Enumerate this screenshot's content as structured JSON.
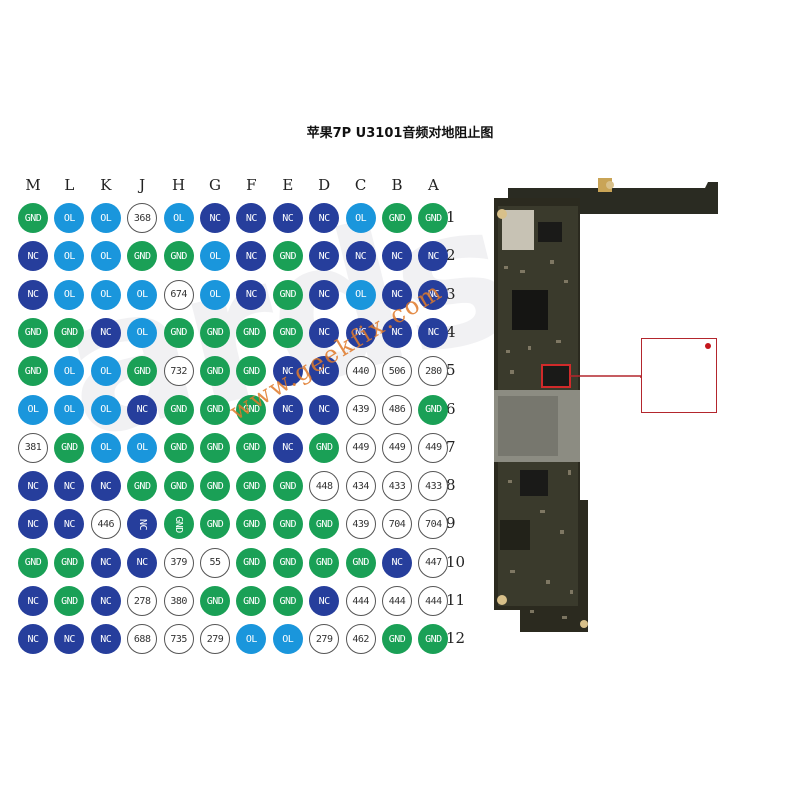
{
  "title": "苹果7P U3101音频对地阻止图",
  "watermark": "www.geekfix.com",
  "logo_watermark": "ards",
  "columns": [
    "M",
    "L",
    "K",
    "J",
    "H",
    "G",
    "F",
    "E",
    "D",
    "C",
    "B",
    "A"
  ],
  "rows": [
    {
      "label": "1",
      "cells": [
        "GND",
        "OL",
        "OL",
        "368",
        "OL",
        "NC",
        "NC",
        "NC",
        "NC",
        "OL",
        "GND",
        "GND"
      ]
    },
    {
      "label": "2",
      "cells": [
        "NC",
        "OL",
        "OL",
        "GND",
        "GND",
        "OL",
        "NC",
        "GND",
        "NC",
        "NC",
        "NC",
        "NC"
      ]
    },
    {
      "label": "3",
      "cells": [
        "NC",
        "OL",
        "OL",
        "OL",
        "674",
        "OL",
        "NC",
        "GND",
        "NC",
        "OL",
        "NC",
        "NC"
      ]
    },
    {
      "label": "4",
      "cells": [
        "GND",
        "GND",
        "NC",
        "OL",
        "GND",
        "GND",
        "GND",
        "GND",
        "NC",
        "NC",
        "NC",
        "NC"
      ]
    },
    {
      "label": "5",
      "cells": [
        "GND",
        "OL",
        "OL",
        "GND",
        "732",
        "GND",
        "GND",
        "NC",
        "NC",
        "440",
        "506",
        "280"
      ]
    },
    {
      "label": "6",
      "cells": [
        "OL",
        "OL",
        "OL",
        "NC",
        "GND",
        "GND",
        "GND",
        "NC",
        "NC",
        "439",
        "486",
        "GND"
      ]
    },
    {
      "label": "7",
      "cells": [
        "381",
        "GND",
        "OL",
        "OL",
        "GND",
        "GND",
        "GND",
        "NC",
        "GND",
        "449",
        "449",
        "449"
      ]
    },
    {
      "label": "8",
      "cells": [
        "NC",
        "NC",
        "NC",
        "GND",
        "GND",
        "GND",
        "GND",
        "GND",
        "448",
        "434",
        "433",
        "433"
      ]
    },
    {
      "label": "9",
      "cells": [
        "NC",
        "NC",
        "446",
        "NC",
        "GND",
        "GND",
        "GND",
        "GND",
        "GND",
        "439",
        "704",
        "704"
      ]
    },
    {
      "label": "10",
      "cells": [
        "GND",
        "GND",
        "NC",
        "NC",
        "379",
        "55",
        "GND",
        "GND",
        "GND",
        "GND",
        "NC",
        "447"
      ]
    },
    {
      "label": "11",
      "cells": [
        "NC",
        "GND",
        "NC",
        "278",
        "380",
        "GND",
        "GND",
        "GND",
        "NC",
        "444",
        "444",
        "444"
      ]
    },
    {
      "label": "12",
      "cells": [
        "NC",
        "NC",
        "NC",
        "688",
        "735",
        "279",
        "OL",
        "OL",
        "279",
        "462",
        "GND",
        "GND"
      ]
    }
  ],
  "rotated_cells": [
    [
      8,
      3
    ],
    [
      8,
      4
    ]
  ],
  "legend_colors": {
    "GND": "#1aa056",
    "NC": "#263e9c",
    "OL": "#1a96dc",
    "value": "#ffffff"
  },
  "callout_color": "#b3262d"
}
